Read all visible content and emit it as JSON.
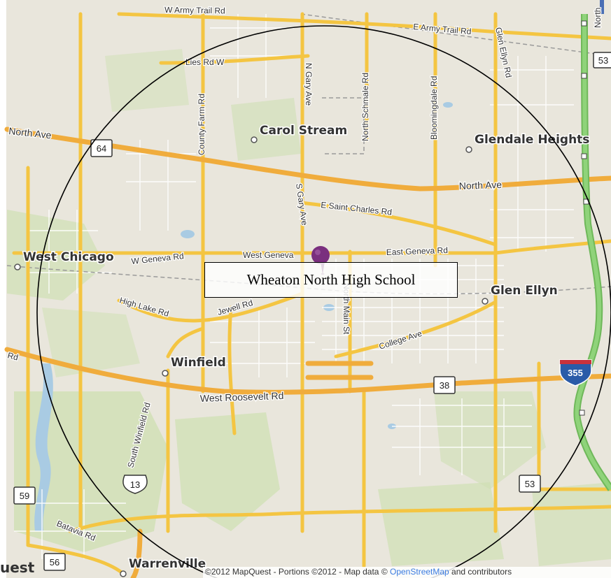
{
  "map": {
    "towns": [
      "Carol Stream",
      "Glendale Heights",
      "West Chicago",
      "Glen Ellyn",
      "Winfield",
      "Warrenville"
    ],
    "roads": {
      "w_army_trail": "W Army Trail Rd",
      "e_army_trail": "E Army Trail Rd",
      "glen_ellyn_rd": "Glen Ellyn Rd",
      "lies": "Lies Rd W",
      "n_gary": "N Gary Ave",
      "n_schmale": "North Schmale Rd",
      "bloomingdale": "Bloomingdale Rd",
      "county_farm": "County Farm Rd",
      "north_ave_w": "North Ave",
      "north_ave_e": "North Ave",
      "s_gary": "S Gary Ave",
      "e_st_charles": "E Saint Charles Rd",
      "w_geneva": "W Geneva Rd",
      "west_geneva": "West Geneva",
      "east_geneva": "East Geneva Rd",
      "high_lake": "High Lake Rd",
      "jewell": "Jewell Rd",
      "north_main": "North Main St",
      "college": "College Ave",
      "rd_edge": "Rd",
      "west_roosevelt": "West Roosevelt Rd",
      "south_winfield": "South Winfield Rd",
      "batavia": "Batavia Rd",
      "north_edge": "North"
    },
    "shields": {
      "s64": "64",
      "s53_top": "53",
      "s38": "38",
      "s355": "355",
      "s13": "13",
      "s59": "59",
      "s53_bottom": "53",
      "s56": "56"
    },
    "marker_label": "Wheaton North High School",
    "logo_text": "uest",
    "attribution": {
      "prefix": "©2012 MapQuest - Portions ©2012 - Map data © ",
      "osm": "OpenStreetMap",
      "suffix": " and contributors"
    },
    "colors": {
      "land": "#e9e6dc",
      "park": "#cfe0b4",
      "water": "#a9cbe3",
      "arterial": "#f4c542",
      "highway": "#f0ac3c",
      "interstate": "#8fd37a",
      "pin": "#7a2f7e"
    }
  }
}
